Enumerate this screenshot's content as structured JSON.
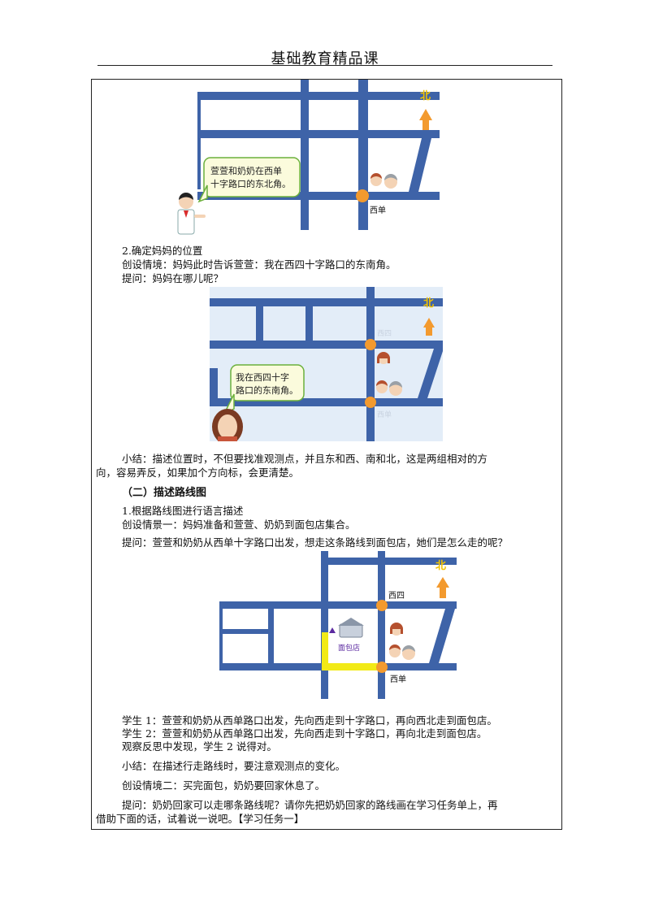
{
  "header": {
    "title": "基础教育精品课"
  },
  "map1": {
    "north": "北",
    "bubble_line1": "萱萱和奶奶在西单",
    "bubble_line2": "十字路口的东北角。",
    "xidan": "西单"
  },
  "section_mother": {
    "heading": "2.确定妈妈的位置",
    "scenario": "创设情境：妈妈此时告诉萱萱：我在西四十字路口的东南角。",
    "question": "提问：妈妈在哪儿呢？"
  },
  "map2": {
    "north": "北",
    "xisi": "西四",
    "xidan": "西单",
    "bubble_line1": "我在西四十字",
    "bubble_line2": "路口的东南角。"
  },
  "summary1": {
    "line1": "小结：描述位置时，不但要找准观测点，并且东和西、南和北，这是两组相对的方",
    "line2": "向，容易弄反，如果加个方向标，会更清楚。"
  },
  "section2": {
    "title": "（二）描述路线图",
    "sub": "1.根据路线图进行语言描述",
    "scenario1": "创设情景一：妈妈准备和萱萱、奶奶到面包店集合。",
    "question1": "提问：萱萱和奶奶从西单十字路口出发，想走这条路线到面包店，她们是怎么走的呢？"
  },
  "map3": {
    "north": "北",
    "xisi": "西四",
    "xidan": "西单",
    "bakery": "面包店"
  },
  "answers": {
    "student1": "学生 1：萱萱和奶奶从西单路口出发，先向西走到十字路口，再向西北走到面包店。",
    "student2": "学生 2：萱萱和奶奶从西单路口出发，先向西走到十字路口，再向北走到面包店。",
    "reflection": "观察反思中发现，学生 2 说得对。",
    "summary2": "小结：在描述行走路线时，要注意观测点的变化。",
    "scenario2": "创设情境二：买完面包，奶奶要回家休息了。",
    "question2_line1": "提问：奶奶回家可以走哪条路线呢？请你先把奶奶回家的路线画在学习任务单上，再",
    "question2_line2": "借助下面的话，试着说一说吧。【学习任务一】"
  },
  "colors": {
    "road": "#3e63a8",
    "node": "#f39a2e",
    "arrow": "#f39a2e",
    "bubble_fill": "#fbfbdc",
    "bubble_border": "#6bb03c",
    "route": "#f2ea16"
  }
}
